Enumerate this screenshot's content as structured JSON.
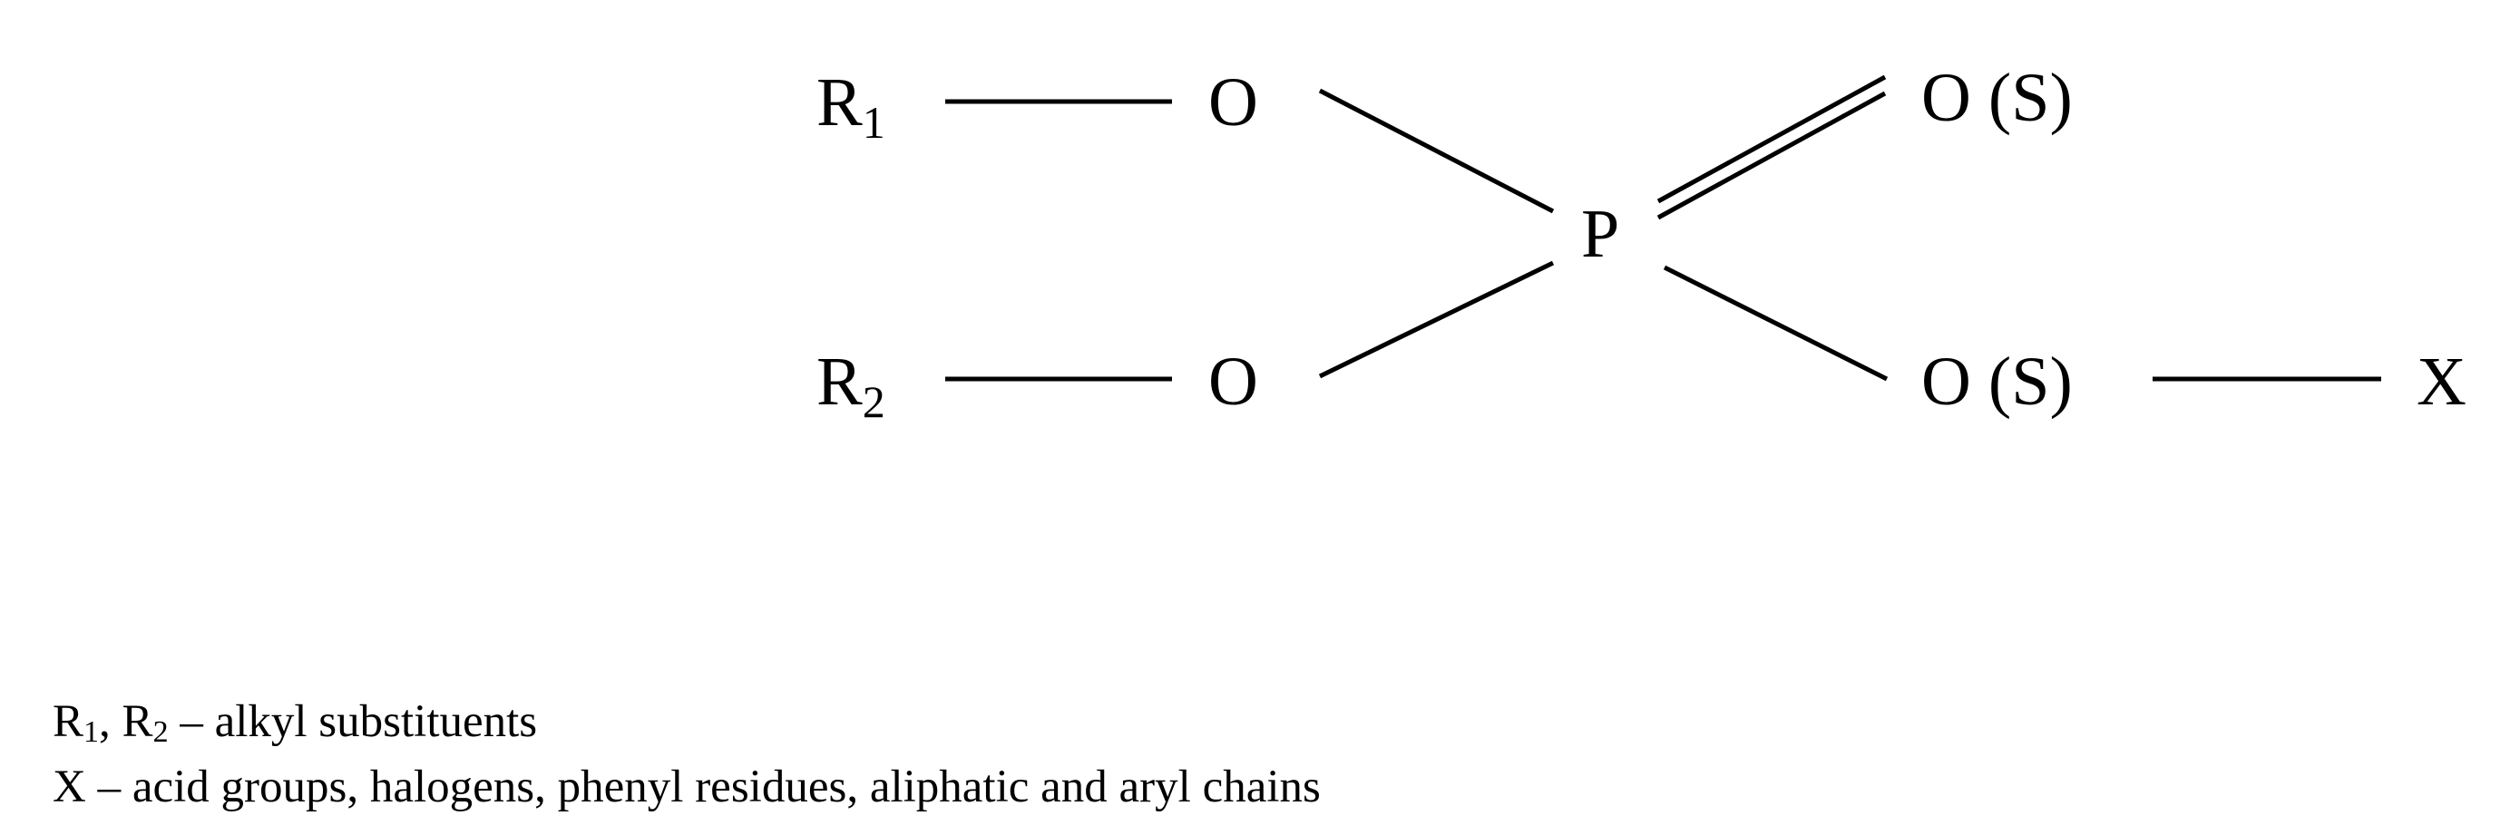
{
  "structure": {
    "r1": {
      "symbol": "R",
      "subscript": "1"
    },
    "r2": {
      "symbol": "R",
      "subscript": "2"
    },
    "o1": "O",
    "o2": "O",
    "p": "P",
    "os_top": "O (S)",
    "os_bottom": "O (S)",
    "x": "X"
  },
  "legend": {
    "line1": {
      "r1": "R",
      "r1_sub": "1",
      "sep": ", ",
      "r2": "R",
      "r2_sub": "2",
      "text": " – alkyl substituents"
    },
    "line2": "X – acid groups, halogens, phenyl residues, aliphatic and aryl chains"
  },
  "colors": {
    "ink": "#000000",
    "background": "#ffffff"
  }
}
